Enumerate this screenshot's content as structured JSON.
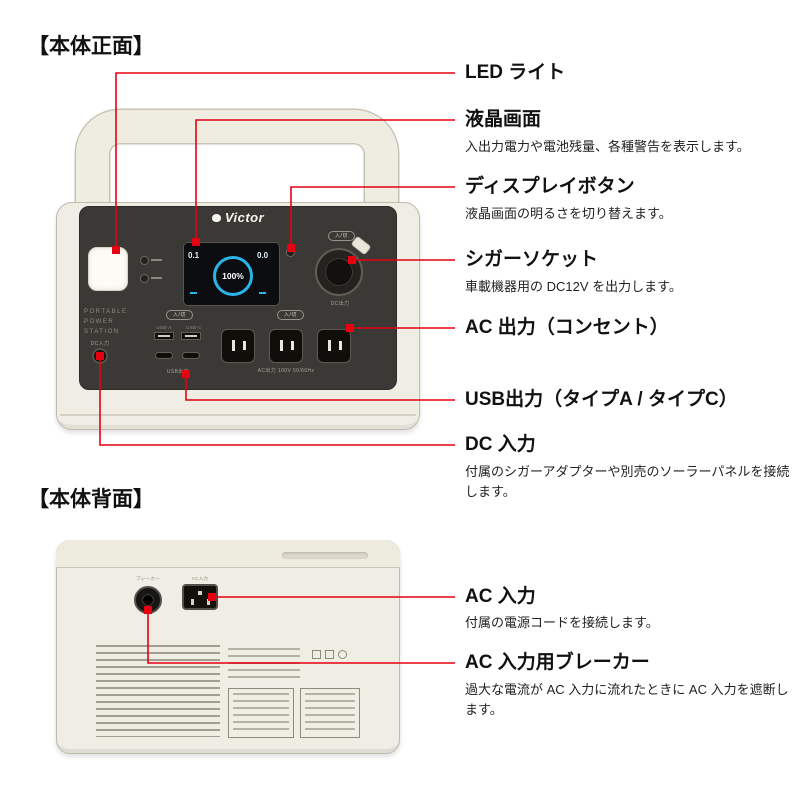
{
  "sections": {
    "front": "【本体正面】",
    "back": "【本体背面】"
  },
  "panel": {
    "logo": "Victor",
    "station_lines": [
      "PORTABLE",
      "POWER",
      "STATION"
    ],
    "lcd": {
      "battery": "100%",
      "input": "0.1",
      "output": "0.0"
    },
    "switch_label": "入/切",
    "usb_a_label": "USB-A",
    "usb_c_label": "USB-C",
    "usb_caption": "USB出力",
    "ac_caption": "AC出力 100V 50/60Hz",
    "dc_out_caption": "DC出力",
    "dc_in_caption": "DC入力"
  },
  "back_panel": {
    "breaker_caption": "ブレーカー",
    "inlet_caption": "AC入力"
  },
  "callouts": [
    {
      "title": "LED ライト",
      "desc": ""
    },
    {
      "title": "液晶画面",
      "desc": "入出力電力や電池残量、各種警告を表示します。"
    },
    {
      "title": "ディスプレイボタン",
      "desc": "液晶画面の明るさを切り替えます。"
    },
    {
      "title": "シガーソケット",
      "desc": "車載機器用の DC12V を出力します。"
    },
    {
      "title": "AC 出力（コンセント）",
      "desc": ""
    },
    {
      "title": "USB出力（タイプA / タイプC）",
      "desc": ""
    },
    {
      "title": "DC 入力",
      "desc": "付属のシガーアダプターや別売のソーラーパネルを接続します。"
    },
    {
      "title": "AC 入力",
      "desc": "付属の電源コードを接続します。"
    },
    {
      "title": "AC 入力用ブレーカー",
      "desc": "過大な電流が AC 入力に流れたときに AC 入力を遮断します。"
    }
  ],
  "colors": {
    "accent": "#e60012",
    "body": "#f0ede4",
    "panel": "#3a3936",
    "lcd_ring": "#2bb4e8"
  }
}
